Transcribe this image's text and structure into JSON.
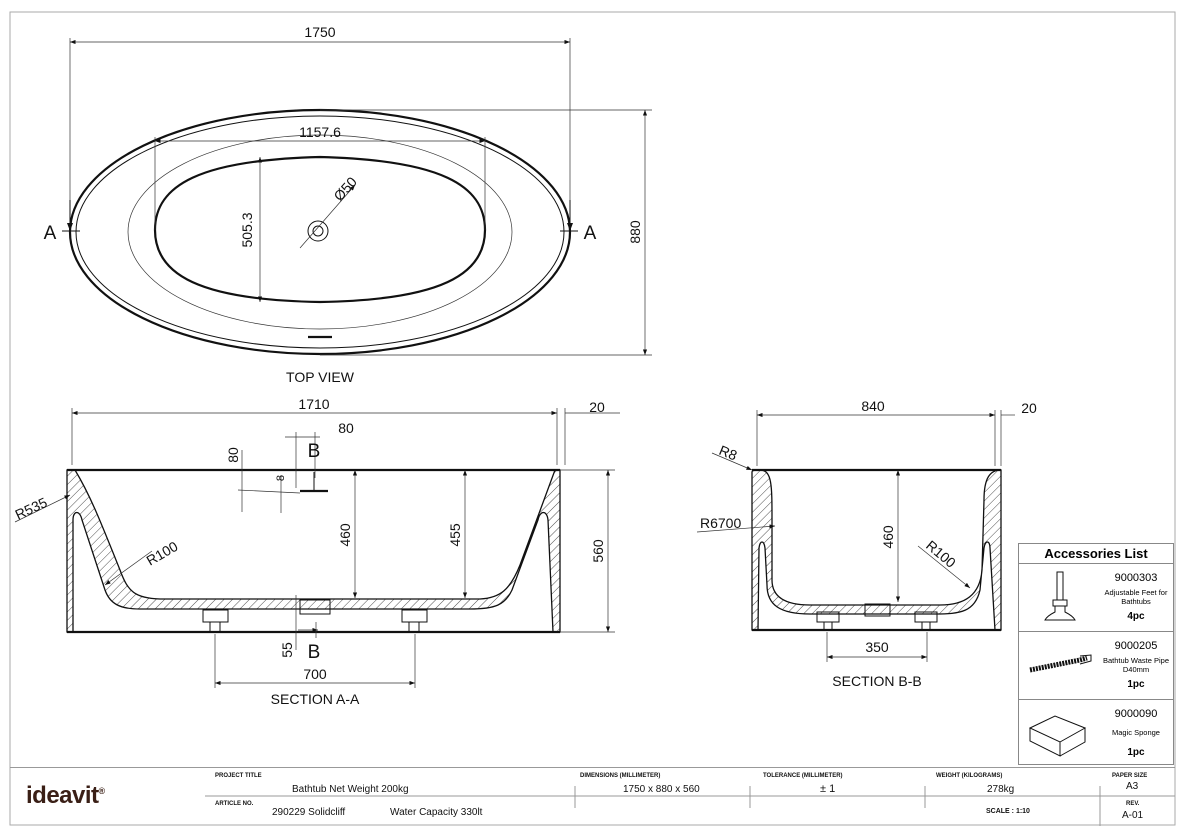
{
  "top_view": {
    "title": "TOP VIEW",
    "dim_length": "1750",
    "dim_width": "880",
    "dim_inner_length": "1157.6",
    "dim_inner_width": "505.3",
    "dim_drain": "Ø50",
    "section_mark_left": "A",
    "section_mark_right": "A"
  },
  "section_aa": {
    "title": "SECTION A-A",
    "dim_length": "1710",
    "dim_rim": "20",
    "dim_80_h": "80",
    "dim_80_v": "80",
    "dim_8": "8",
    "dim_460": "460",
    "dim_455": "455",
    "dim_560": "560",
    "dim_55": "55",
    "dim_700": "700",
    "radius_outer": "R535",
    "radius_inner": "R100",
    "section_mark_top": "B",
    "section_mark_bottom": "B"
  },
  "section_bb": {
    "title": "SECTION B-B",
    "dim_width": "840",
    "dim_rim": "20",
    "dim_460": "460",
    "dim_350": "350",
    "radius_r8": "R8",
    "radius_r6700": "R6700",
    "radius_r100": "R100"
  },
  "accessories": {
    "title": "Accessories List",
    "items": [
      {
        "code": "9000303",
        "description": "Adjustable Feet for Bathtubs",
        "qty": "4pc",
        "icon": "adjustable-foot-icon"
      },
      {
        "code": "9000205",
        "description": "Bathtub Waste Pipe D40mm",
        "qty": "1pc",
        "icon": "waste-pipe-icon"
      },
      {
        "code": "9000090",
        "description": "Magic Sponge",
        "qty": "1pc",
        "icon": "sponge-icon"
      }
    ]
  },
  "title_block": {
    "logo": "ideavit",
    "project_title_label": "PROJECT TITLE",
    "project_title": "Bathtub Net Weight 200kg",
    "article_label": "ARTICLE NO.",
    "article_no": "290229 Solidcliff",
    "capacity": "Water Capacity 330lt",
    "dimensions_label": "DIMENSIONS (MILLIMETER)",
    "dimensions": "1750 x 880 x 560",
    "tolerance_label": "TOLERANCE (MILLIMETER)",
    "tolerance": "± 1",
    "weight_label": "WEIGHT (KILOGRAMS)",
    "weight": "278kg",
    "paper_label": "PAPER SIZE",
    "paper": "A3",
    "scale": "SCALE : 1:10",
    "rev_label": "REV.",
    "rev": "A-01"
  }
}
